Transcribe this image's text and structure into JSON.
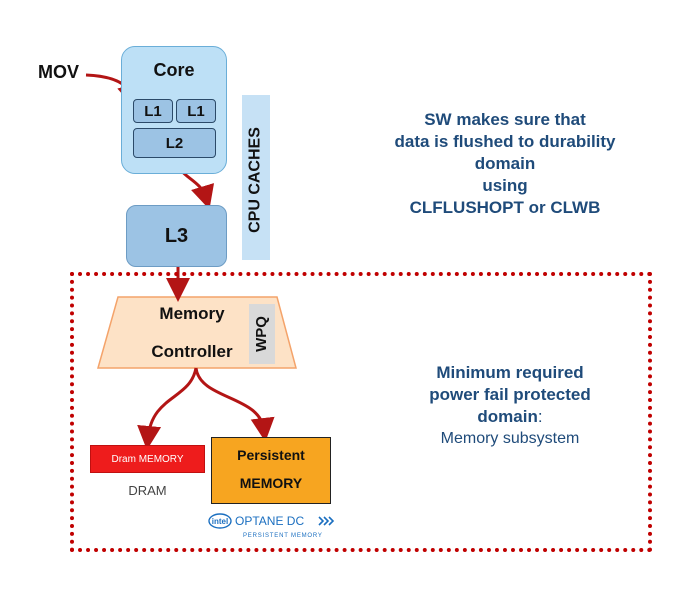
{
  "labels": {
    "mov": "MOV",
    "core": "Core",
    "l1": "L1",
    "l2": "L2",
    "l3": "L3",
    "cpu_caches": "CPU CACHES",
    "memory_controller_1": "Memory",
    "memory_controller_2": "Controller",
    "wpq": "WPQ",
    "dram_memory": "Dram MEMORY",
    "dram": "DRAM",
    "persistent_1": "Persistent",
    "persistent_2": "MEMORY",
    "optane_brand": "intel",
    "optane_name": "OPTANE DC",
    "optane_sub": "PERSISTENT MEMORY"
  },
  "notes": {
    "sw_lines": [
      "SW makes sure that",
      "data is flushed to durability",
      "domain",
      "using",
      "CLFLUSHOPT or CLWB"
    ],
    "min_line1": "Minimum required",
    "min_line2": "power fail protected",
    "min_line3": "domain",
    "min_colon": ":",
    "min_line4": "Memory subsystem"
  },
  "colors": {
    "arrow": "#c00000",
    "dotted_border": "#c00000",
    "core_fill": "#bde0f6",
    "cache_fill": "#9cc3e4",
    "memory_controller_fill": "#fde2c6",
    "dram_fill": "#ee1c1c",
    "persistent_fill": "#f7a520",
    "note_text": "#1f4b7a"
  }
}
